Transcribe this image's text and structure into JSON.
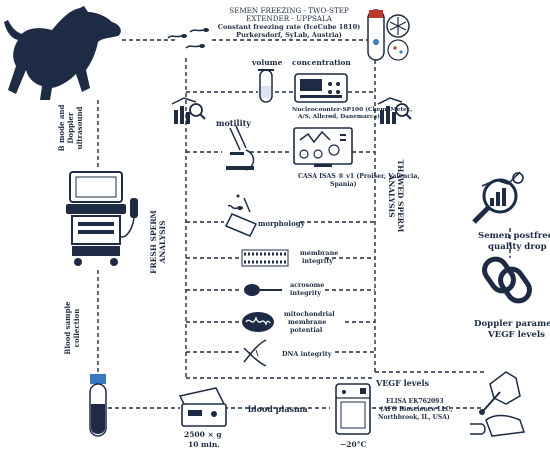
{
  "header": {
    "line1": "SEMEN FREEZING - TWO-STEP",
    "line2": "EXTENDER - UPPSALA",
    "line3": "Constant freezing rate (IceCube 1810)",
    "line4": "Purkersdorf, SyLab, Austria)"
  },
  "labels": {
    "volume": "volume",
    "concentration": "concentration",
    "nucleocounter_1": "Nucleocounter-SP100 (ChemoMetec,",
    "nucleocounter_2": "A/S, Allerød, Danemarca)",
    "motility": "motility",
    "casa_1": "CASA ISAS ® v1 (Proiser, Valencia,",
    "casa_2": "Spania)",
    "morphology": "morphology",
    "membrane_1": "membrane",
    "membrane_2": "integrity",
    "acrosome_1": "acrosome",
    "acrosome_2": "integrity",
    "mito_1": "mitochondrial",
    "mito_2": "membrane",
    "mito_3": "potential",
    "dna": "DNA integrity",
    "fresh_1": "FRESH SPERM",
    "fresh_2": "ANALYSIS",
    "thawed_1": "THAWED SPERM",
    "thawed_2": "ANALYSIS",
    "bmode_1": "B mode and",
    "bmode_2": "Doppler",
    "bmode_3": "ultrasound",
    "blood_1": "Blood sample",
    "blood_2": "collection",
    "semen_drop_1": "Semen postfreezing",
    "semen_drop_2": "quality drop",
    "doppler_1": "Doppler parameters",
    "doppler_2": "VEGF levels",
    "centrifuge_1": "2500 × g",
    "centrifuge_2": "10 min.",
    "plasma": "blood plasma",
    "vegf": "VEGF levels",
    "elisa_1": "ELISA EK762093",
    "elisa_2": "(AFG Bioscience LLC,",
    "elisa_3": "Northbrook, IL, USA)",
    "freezer_temp": "−20°C"
  },
  "icons": [
    "dog-icon",
    "sperm-icon",
    "test-tube-icon",
    "analysis-chart-icon",
    "nucleocounter-icon",
    "microscope-icon",
    "casa-monitor-icon",
    "morphology-slide-icon",
    "membrane-icon",
    "acrosome-icon",
    "mitochondria-icon",
    "dna-icon",
    "ultrasound-machine-icon",
    "blood-tube-icon",
    "centrifuge-icon",
    "freezer-icon",
    "analysis-magnifier-icon",
    "chain-link-icon",
    "hands-pipette-icon"
  ],
  "colors": {
    "ink": "#1d2c44",
    "accent_red": "#c0392b",
    "accent_blue": "#3b78c4"
  }
}
